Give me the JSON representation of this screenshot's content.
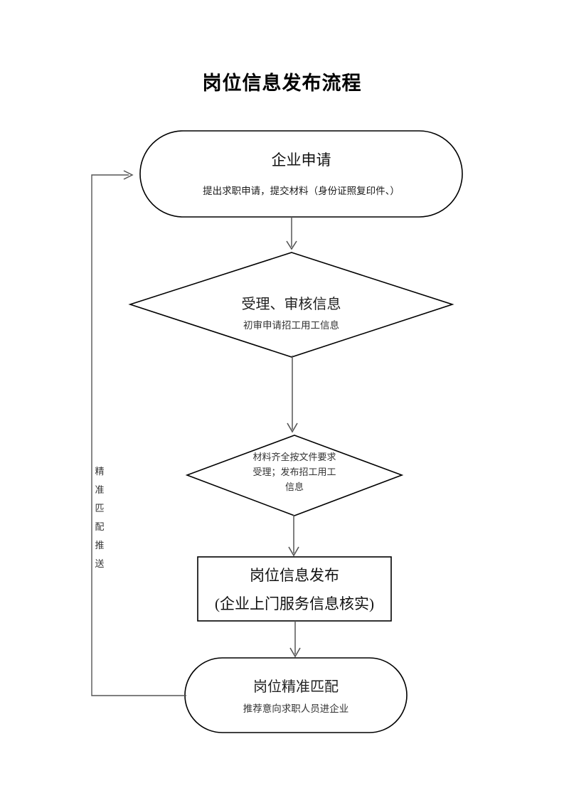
{
  "document": {
    "title": "岗位信息发布流程"
  },
  "flowchart": {
    "type": "flowchart",
    "orientation": "top-to-bottom",
    "nodes": [
      {
        "id": "enterprise-application",
        "shape": "stadium",
        "title": "企业申请",
        "subtitle": "提出求职申请，提交材料（身份证照复印件、）"
      },
      {
        "id": "accept-review-info",
        "shape": "diamond",
        "title": "受理、审核信息",
        "subtitle": "初审申请招工用工信息"
      },
      {
        "id": "materials-complete-check",
        "shape": "diamond",
        "line1": "材料齐全按文件要求",
        "line2": "受理；发布招工用工",
        "line3": "信息"
      },
      {
        "id": "job-info-publish",
        "shape": "rectangle",
        "line1": "岗位信息发布",
        "line2": "(企业上门服务信息核实)"
      },
      {
        "id": "precise-job-matching",
        "shape": "stadium",
        "title": "岗位精准匹配",
        "subtitle": "推荐意向求职人员进企业"
      }
    ],
    "feedback_loop": {
      "label_chars": [
        "精",
        "准",
        "匹",
        "配",
        "推",
        "送"
      ],
      "from": "precise-job-matching",
      "to": "enterprise-application"
    },
    "style": {
      "stroke_color": "#000000",
      "background_color": "#ffffff",
      "connector_color": "#444444"
    }
  }
}
